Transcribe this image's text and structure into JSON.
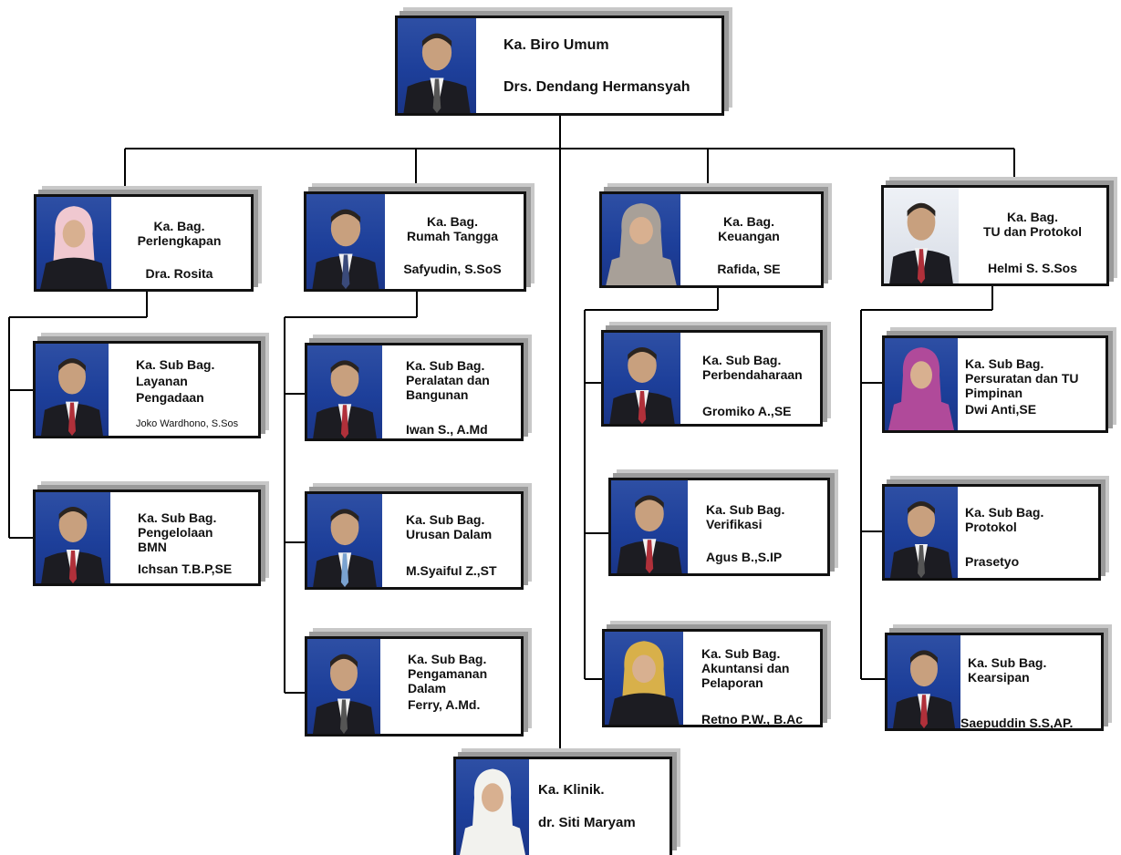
{
  "root": {
    "title": "Ka. Biro Umum",
    "name": "Drs. Dendang Hermansyah"
  },
  "perlengkapan": {
    "head": {
      "title": "Ka. Bag.\nPerlengkapan",
      "name": "Dra. Rosita"
    },
    "subs": [
      {
        "title": "Ka. Sub Bag.\nLayanan\nPengadaan",
        "name": "Joko Wardhono, S.Sos"
      },
      {
        "title": "Ka. Sub Bag.\nPengelolaan\nBMN",
        "name": "Ichsan T.B.P,SE"
      }
    ]
  },
  "rumah_tangga": {
    "head": {
      "title": "Ka. Bag.\nRumah Tangga",
      "name": "Safyudin, S.SoS"
    },
    "subs": [
      {
        "title": "Ka. Sub Bag.\nPeralatan dan\nBangunan",
        "name": "Iwan S., A.Md"
      },
      {
        "title": "Ka. Sub Bag.\nUrusan Dalam",
        "name": "M.Syaiful Z.,ST"
      },
      {
        "title": "Ka. Sub Bag.\nPengamanan\nDalam",
        "name": "Ferry, A.Md."
      }
    ]
  },
  "keuangan": {
    "head": {
      "title": "Ka. Bag.\nKeuangan",
      "name": "Rafida, SE"
    },
    "subs": [
      {
        "title": "Ka. Sub Bag.\nPerbendaharaan",
        "name": "Gromiko A.,SE"
      },
      {
        "title": "Ka. Sub Bag.\nVerifikasi",
        "name": "Agus B.,S.IP"
      },
      {
        "title": "Ka. Sub Bag.\nAkuntansi dan\nPelaporan",
        "name": "Retno P.W., B.Ac"
      }
    ]
  },
  "tu_protokol": {
    "head": {
      "title": "Ka. Bag.\nTU dan Protokol",
      "name": "Helmi S. S.Sos"
    },
    "subs": [
      {
        "title": "Ka. Sub Bag.\nPersuratan dan TU\nPimpinan",
        "name": "Dwi Anti,SE"
      },
      {
        "title": "Ka. Sub Bag.\nProtokol",
        "name": "Prasetyo"
      },
      {
        "title": "Ka. Sub Bag.\nKearsipan",
        "name": "Saepuddin S.S,AP."
      }
    ]
  },
  "klinik": {
    "title": "Ka. Klinik.",
    "name": "dr. Siti Maryam"
  },
  "colors": {
    "photo_background": "#1d3f9a",
    "border": "#111111",
    "shadow": "#9a9a9a",
    "connector": "#000000"
  }
}
